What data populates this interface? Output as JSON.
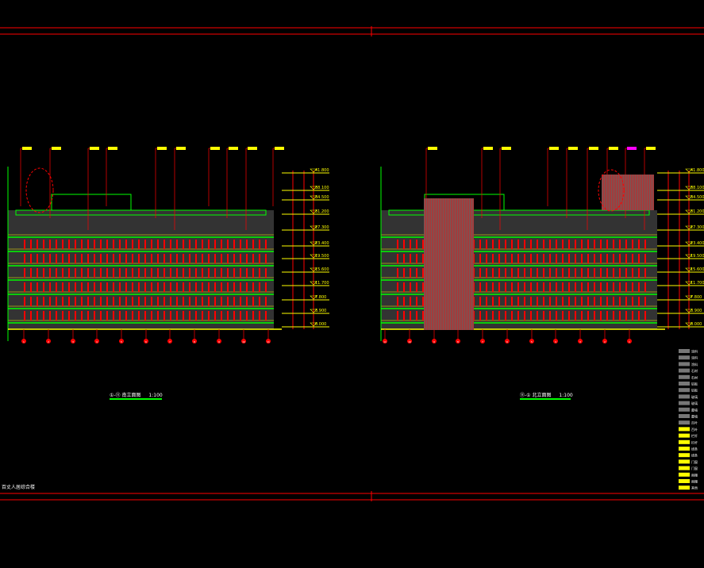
{
  "drawing": {
    "note": "百丈人居综合楼",
    "left_title": {
      "grid": "①-⑪",
      "name": "南立面图",
      "scale": "1:100"
    },
    "right_title": {
      "grid": "⑪-①",
      "name": "北立面图",
      "scale": "1:100"
    }
  },
  "elevations": [
    "0.000",
    "3.900",
    "7.800",
    "11.700",
    "15.600",
    "19.500",
    "23.400",
    "27.300",
    "31.200",
    "34.500",
    "38.100",
    "41.800"
  ],
  "grid_left": [
    "1",
    "2",
    "3",
    "4",
    "5",
    "6",
    "7",
    "8",
    "9",
    "10",
    "11"
  ],
  "grid_right": [
    "11",
    "10",
    "9",
    "8",
    "7",
    "6",
    "5",
    "4",
    "3",
    "2",
    "1"
  ],
  "legend": [
    "涂料",
    "涂料",
    "涂料",
    "石材",
    "石材",
    "铝板",
    "铝板",
    "玻璃",
    "玻璃",
    "幕墙",
    "幕墙",
    "百叶",
    "百叶",
    "栏杆",
    "栏杆",
    "线条",
    "线条",
    "门窗",
    "门窗",
    "雨棚",
    "雨棚",
    "其他"
  ],
  "colors": {
    "frame": "#ff0000",
    "tag": "#ffff00",
    "green": "#00ff00",
    "body": "#333333",
    "magenta": "#ff00ff"
  }
}
